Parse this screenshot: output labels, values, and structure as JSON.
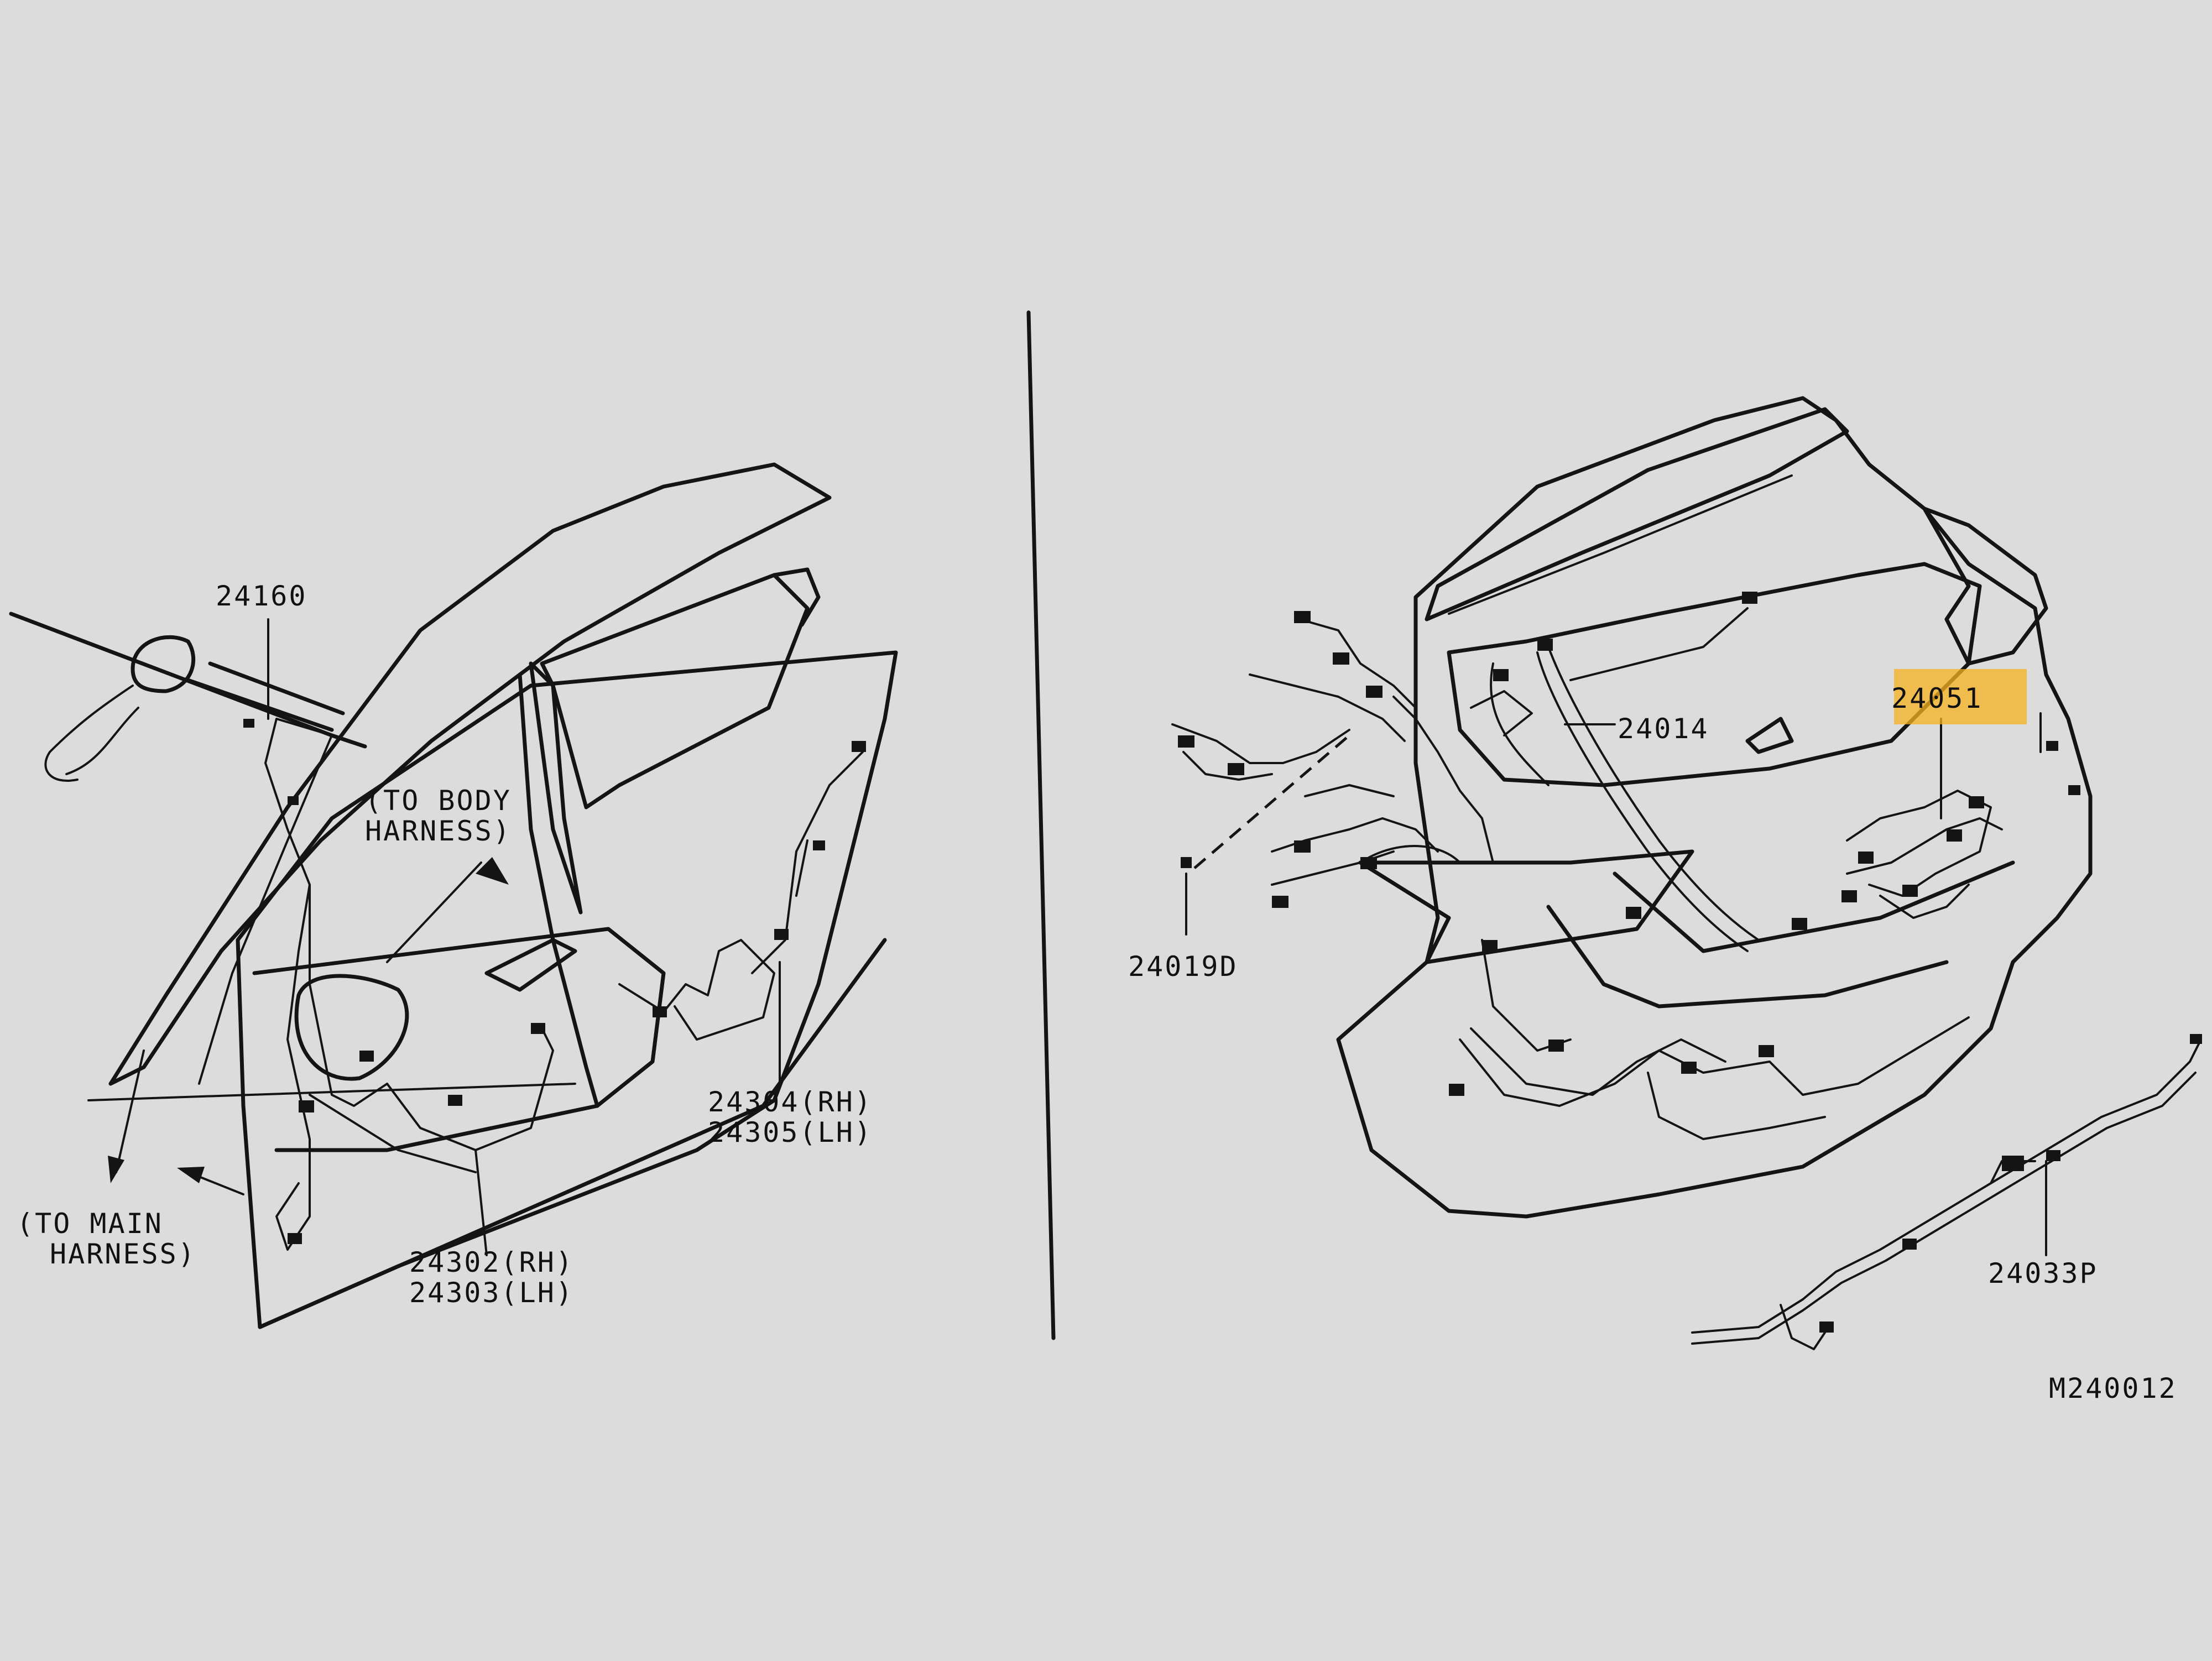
{
  "background_color": "#dcdcda",
  "line_color": "#141414",
  "highlight_color": "#f5b21e",
  "left_panel": {
    "parts": [
      {
        "id": "24160"
      },
      {
        "id": "24302(RH)",
        "alt": "24303(LH)"
      },
      {
        "id": "24304(RH)",
        "alt": "24305(LH)"
      }
    ],
    "notes": {
      "to_body_line1": "(TO BODY",
      "to_body_line2": "HARNESS)",
      "to_main_line1": "(TO MAIN",
      "to_main_line2": "HARNESS)"
    }
  },
  "right_panel": {
    "parts": [
      {
        "id": "24014"
      },
      {
        "id": "24051",
        "highlighted": true
      },
      {
        "id": "24019D"
      },
      {
        "id": "24033P"
      }
    ]
  },
  "figure_code": "M240012"
}
